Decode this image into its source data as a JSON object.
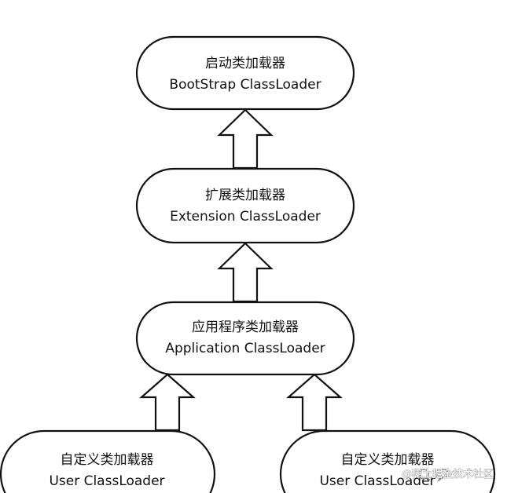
{
  "nodes": [
    {
      "id": "bootstrap",
      "title_cn": "启动类加载器",
      "title_en": "BootStrap ClassLoader"
    },
    {
      "id": "extension",
      "title_cn": "扩展类加载器",
      "title_en": "Extension ClassLoader"
    },
    {
      "id": "application",
      "title_cn": "应用程序类加载器",
      "title_en": "Application ClassLoader"
    },
    {
      "id": "user1",
      "title_cn": "自定义类加载器",
      "title_en": "User ClassLoader"
    },
    {
      "id": "user2",
      "title_cn": "自定义类加载器",
      "title_en": "User ClassLoader"
    }
  ],
  "edges": [
    {
      "from": "extension",
      "to": "bootstrap"
    },
    {
      "from": "application",
      "to": "extension"
    },
    {
      "from": "user1",
      "to": "application"
    },
    {
      "from": "user2",
      "to": "application"
    }
  ],
  "watermark": {
    "text": "@稀土掘金技术社区"
  },
  "colors": {
    "stroke": "#111111",
    "fill": "#ffffff",
    "watermark": "#8a8a8a"
  }
}
